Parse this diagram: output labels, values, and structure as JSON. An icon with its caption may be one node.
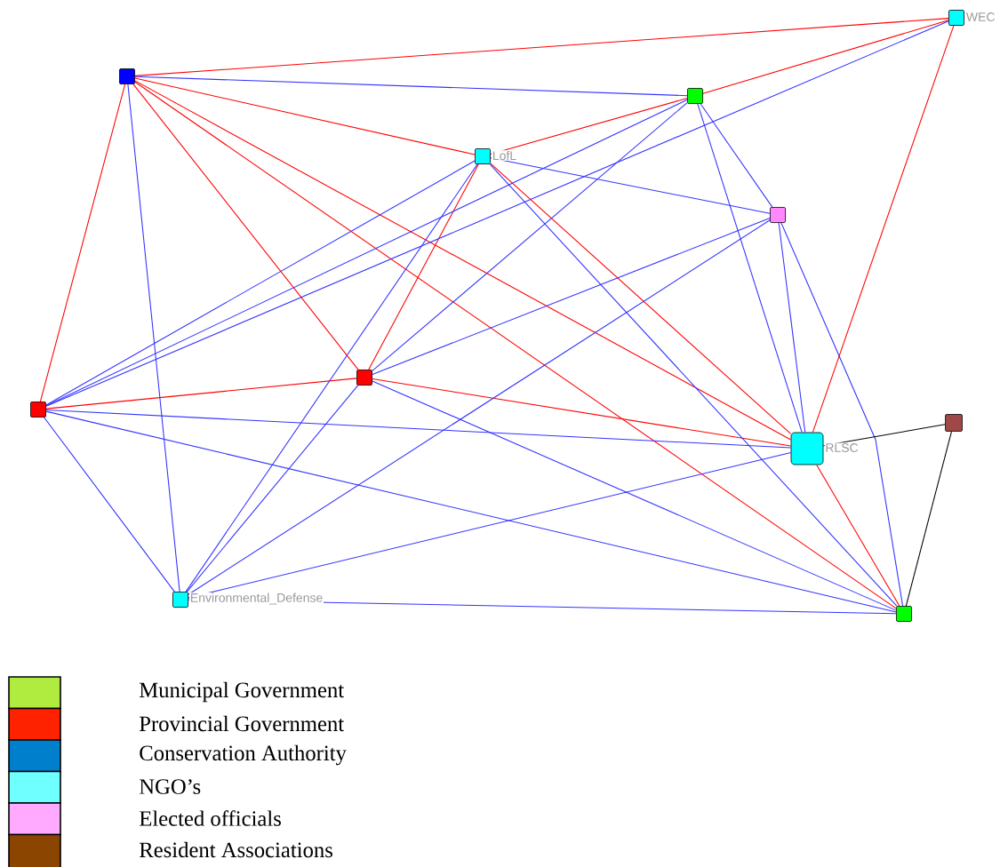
{
  "diagram": {
    "nodes": [
      {
        "text": [],
        "shape": "box"
      },
      {
        "text": [
          "WEC"
        ]
      },
      {
        "text": [],
        "shape": "box"
      },
      {
        "text": [
          "LofL"
        ]
      },
      {
        "text": [],
        "shape": "box"
      },
      {
        "text": [],
        "shape": "box"
      },
      {
        "text": [],
        "shape": "box"
      },
      {
        "text": [
          "RLSC"
        ]
      },
      {
        "text": [],
        "shape": "box"
      },
      {
        "text": [
          "Environmental_Defense"
        ]
      },
      {
        "text": [],
        "shape": "box"
      }
    ],
    "edges": [
      {
        "from": 0,
        "to": 1,
        "arrow": "none",
        "color": "#ff0000"
      },
      {
        "from": 0,
        "to": 3,
        "arrow": "none",
        "color": "#ff0000"
      },
      {
        "from": 0,
        "to": 5,
        "arrow": "none",
        "color": "#ff0000"
      },
      {
        "from": 0,
        "to": 6,
        "arrow": "none",
        "color": "#ff0000"
      },
      {
        "from": 0,
        "to": 7,
        "arrow": "none",
        "color": "#ff0000"
      },
      {
        "from": 0,
        "to": 10,
        "arrow": "none",
        "color": "#ff0000"
      },
      {
        "from": 2,
        "to": 1,
        "arrow": "none",
        "color": "#ff0000"
      },
      {
        "from": 3,
        "to": 2,
        "arrow": "none",
        "color": "#ff0000"
      },
      {
        "from": 3,
        "to": 6,
        "arrow": "none",
        "color": "#ff0000"
      },
      {
        "from": 3,
        "to": 7,
        "arrow": "none",
        "color": "#ff0000"
      },
      {
        "from": 5,
        "to": 6,
        "arrow": "none",
        "color": "#ff0000"
      },
      {
        "from": 6,
        "to": 7,
        "arrow": "none",
        "color": "#ff0000"
      },
      {
        "from": 7,
        "to": 1,
        "arrow": "none",
        "color": "#ff0000"
      },
      {
        "from": 7,
        "to": 10,
        "arrow": "none",
        "color": "#ff0000"
      },
      {
        "from": 0,
        "to": 2,
        "arrow": "none"
      },
      {
        "from": 0,
        "to": 9,
        "arrow": "none"
      },
      {
        "from": 5,
        "to": 1,
        "arrow": "none"
      },
      {
        "from": 5,
        "to": 2,
        "arrow": "none"
      },
      {
        "from": 5,
        "to": 3,
        "arrow": "none"
      },
      {
        "from": 5,
        "to": 7,
        "arrow": "none"
      },
      {
        "from": 5,
        "to": 10,
        "arrow": "none"
      },
      {
        "from": 5,
        "to": 9,
        "arrow": "none"
      },
      {
        "from": 9,
        "to": 3,
        "arrow": "none"
      },
      {
        "from": 9,
        "to": 6,
        "arrow": "none"
      },
      {
        "from": 9,
        "to": 4,
        "arrow": "none"
      },
      {
        "from": 9,
        "to": 7,
        "arrow": "none"
      },
      {
        "from": 9,
        "to": 10,
        "arrow": "none"
      },
      {
        "from": 2,
        "to": 6,
        "arrow": "none"
      },
      {
        "from": 2,
        "to": 7,
        "arrow": "none"
      },
      {
        "from": 2,
        "to": 4,
        "arrow": "none"
      },
      {
        "from": 3,
        "to": 4,
        "arrow": "none"
      },
      {
        "from": 3,
        "to": 10,
        "arrow": "none"
      },
      {
        "from": 4,
        "to": 7,
        "arrow": "none"
      },
      {
        "from": 4,
        "to": 10,
        "arrow": "none"
      },
      {
        "from": 4,
        "to": 6,
        "arrow": "none"
      },
      {
        "from": 6,
        "to": 10,
        "arrow": "none"
      },
      {
        "from": 7,
        "to": 8,
        "arrow": "none",
        "color": "#000000"
      },
      {
        "from": 8,
        "to": 10,
        "arrow": "none",
        "color": "#000000"
      }
    ],
    "legend": [
      {
        "text": "Municipal Government",
        "color": "#b0ec40"
      },
      {
        "text": "Provincial Government",
        "color": "#ff2200"
      },
      {
        "text": "Conservation Authority",
        "color": "#0080cc"
      },
      {
        "text": "NGO’s",
        "color": "#70ffff"
      },
      {
        "text": "Elected officials",
        "color": "#ffaaff"
      },
      {
        "text": "Resident Associations",
        "color": "#8b4500"
      }
    ]
  }
}
